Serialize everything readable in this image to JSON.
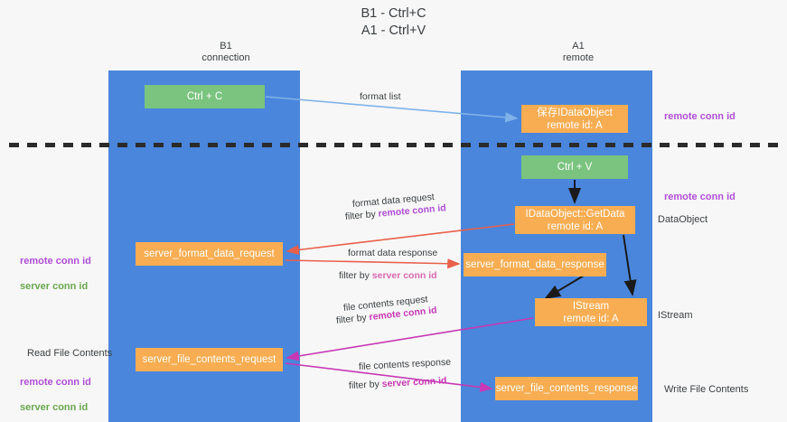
{
  "title": "B1 - Ctrl+C\nA1 - Ctrl+V",
  "columns": {
    "b1": "B1\nconnection",
    "a1": "A1\nremote"
  },
  "nodes": {
    "ctrl_c": "Ctrl + C",
    "idataobject": "保存IDataObject\nremote id: A",
    "ctrl_v": "Ctrl + V",
    "getdata": "IDataObject::GetData\nremote id: A",
    "server_format_data_request": "server_format_data_request",
    "server_format_data_response": "server_format_data_response",
    "istream": "IStream\nremote id: A",
    "server_file_contents_request": "server_file_contents_request",
    "server_file_contents_response": "server_file_contents_response"
  },
  "edge_labels": {
    "format_list": "format list",
    "format_data_request": "format data request",
    "filter_by_label": "filter by ",
    "remote_conn_id": "remote conn id",
    "server_conn_id": "server conn id",
    "format_data_response": "format data response",
    "file_contents_request": "file contents request",
    "file_contents_response": "file contents response"
  },
  "annotations": {
    "remote_conn_id_top": "remote conn id",
    "remote_conn_id_mid": "remote conn id",
    "data_object": "DataObject",
    "istream": "IStream",
    "write_file_contents": "Write File Contents",
    "read_file_contents": "Read File Contents",
    "left_ids": "remote conn id\nserver conn id",
    "left_ids_2": "remote conn id\nserver conn id"
  },
  "colors": {
    "lane": "#4a86dc",
    "green_node": "#7bc47f",
    "orange_node": "#f9ad52",
    "purple": "#b14fd8",
    "green_text": "#6aa84f",
    "pink": "#d96ab0",
    "magenta": "#c838b4",
    "red_arrow": "#e8604c",
    "blue_arrow": "#7fb3e8",
    "black_arrow": "#1a1a1a",
    "background": "#f7f7f7"
  }
}
